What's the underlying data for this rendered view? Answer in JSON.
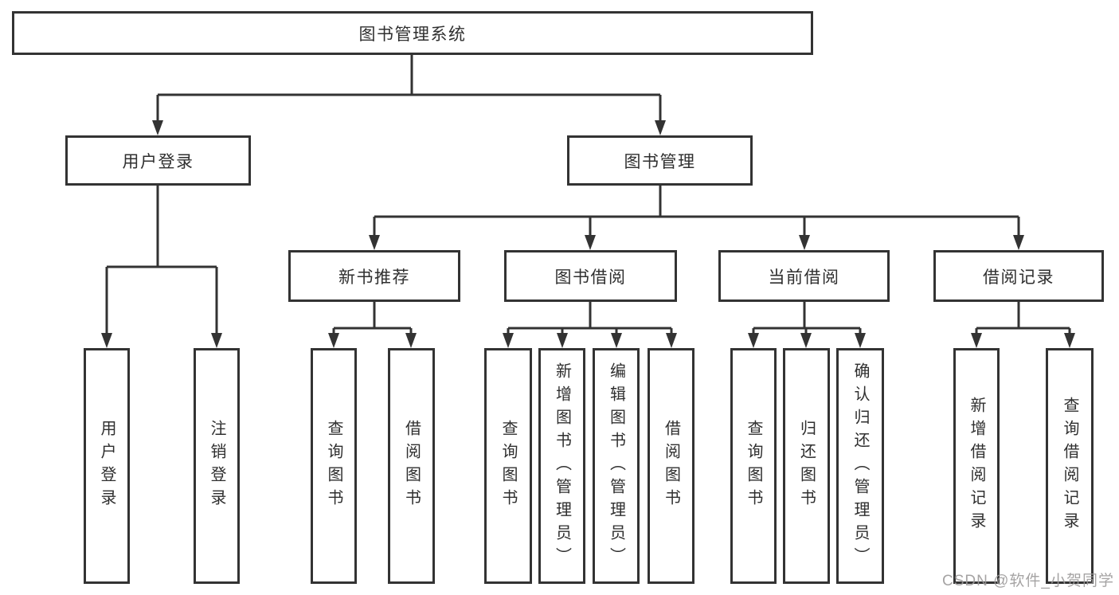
{
  "diagram": {
    "root": {
      "label": "图书管理系统"
    },
    "branches": [
      {
        "label": "用户登录",
        "leaves": [
          {
            "label": "用户登录"
          },
          {
            "label": "注销登录"
          }
        ]
      },
      {
        "label": "图书管理",
        "sections": [
          {
            "label": "新书推荐",
            "leaves": [
              {
                "label": "查询图书"
              },
              {
                "label": "借阅图书"
              }
            ]
          },
          {
            "label": "图书借阅",
            "leaves": [
              {
                "label": "查询图书"
              },
              {
                "label": "新增图书（管理员）"
              },
              {
                "label": "编辑图书（管理员）"
              },
              {
                "label": "借阅图书"
              }
            ]
          },
          {
            "label": "当前借阅",
            "leaves": [
              {
                "label": "查询图书"
              },
              {
                "label": "归还图书"
              },
              {
                "label": "确认归还（管理员）"
              }
            ]
          },
          {
            "label": "借阅记录",
            "leaves": [
              {
                "label": "新增借阅记录"
              },
              {
                "label": "查询借阅记录"
              }
            ]
          }
        ]
      }
    ]
  },
  "watermark": {
    "text": "CSDN @软件_小贺同学"
  },
  "colors": {
    "line": "#333333",
    "box_border": "#333333",
    "box_background": "#ffffff",
    "text": "#2f2f2f",
    "watermark": "#9c9a9a",
    "page_background": "#ffffff"
  }
}
